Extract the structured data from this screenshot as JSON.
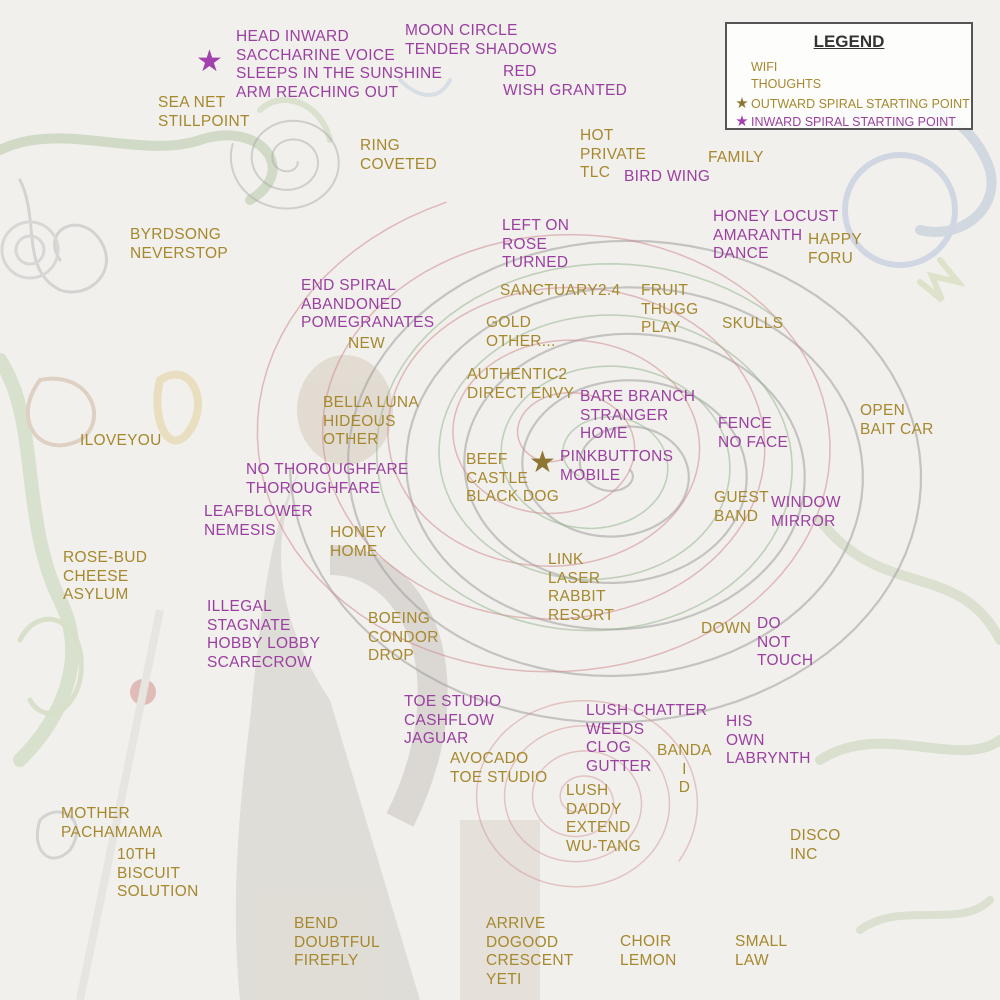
{
  "legend": {
    "title": "LEGEND",
    "wifi_label": "WIFI",
    "thoughts_label": "THOUGHTS",
    "outward_label": "OUTWARD SPIRAL STARTING POINT",
    "inward_label": "INWARD SPIRAL STARTING POINT"
  },
  "colors": {
    "wifi": "#a6882e",
    "thoughts": "#9b3fa0",
    "outward_star": "#8e7532",
    "inward_star": "#a241ad"
  },
  "star_icons": {
    "outward": "star-icon",
    "inward": "star-icon"
  },
  "labels": [
    {
      "type": "thoughts",
      "lines": [
        "HEAD INWARD",
        "SACCHARINE VOICE",
        "SLEEPS IN THE SUNSHINE",
        "ARM REACHING OUT"
      ]
    },
    {
      "type": "thoughts",
      "lines": [
        "MOON CIRCLE",
        "TENDER SHADOWS"
      ]
    },
    {
      "type": "thoughts",
      "lines": [
        "RED",
        "WISH GRANTED"
      ]
    },
    {
      "type": "wifi",
      "lines": [
        "SEA NET",
        "STILLPOINT"
      ]
    },
    {
      "type": "wifi",
      "lines": [
        "RING",
        "COVETED"
      ]
    },
    {
      "type": "wifi",
      "lines": [
        "HOT",
        "PRIVATE",
        "TLC"
      ]
    },
    {
      "type": "thoughts",
      "lines": [
        "BIRD WING"
      ]
    },
    {
      "type": "wifi",
      "lines": [
        "FAMILY"
      ]
    },
    {
      "type": "wifi",
      "lines": [
        "BYRDSONG",
        "NEVERSTOP"
      ]
    },
    {
      "type": "thoughts",
      "lines": [
        "LEFT ON",
        "ROSE",
        "TURNED"
      ]
    },
    {
      "type": "thoughts",
      "lines": [
        "HONEY LOCUST",
        "AMARANTH",
        "DANCE"
      ]
    },
    {
      "type": "wifi",
      "lines": [
        "HAPPY",
        "FORU"
      ]
    },
    {
      "type": "thoughts",
      "lines": [
        "END SPIRAL",
        "ABANDONED",
        "POMEGRANATES"
      ]
    },
    {
      "type": "wifi",
      "lines": [
        "SANCTUARY2.4"
      ]
    },
    {
      "type": "wifi",
      "lines": [
        "FRUIT",
        "THUGG",
        "PLAY"
      ]
    },
    {
      "type": "wifi",
      "lines": [
        "SKULLS"
      ]
    },
    {
      "type": "wifi",
      "lines": [
        "GOLD",
        "OTHER..."
      ]
    },
    {
      "type": "wifi",
      "lines": [
        "NEW"
      ]
    },
    {
      "type": "wifi",
      "lines": [
        "AUTHENTIC2",
        "DIRECT ENVY"
      ]
    },
    {
      "type": "thoughts",
      "lines": [
        "BARE BRANCH",
        "STRANGER",
        "HOME"
      ]
    },
    {
      "type": "wifi",
      "lines": [
        "BELLA LUNA",
        "HIDEOUS",
        "OTHER"
      ]
    },
    {
      "type": "thoughts",
      "lines": [
        "FENCE",
        "NO FACE"
      ]
    },
    {
      "type": "wifi",
      "lines": [
        "OPEN",
        "BAIT CAR"
      ]
    },
    {
      "type": "wifi",
      "lines": [
        "ILOVEYOU"
      ]
    },
    {
      "type": "wifi",
      "lines": [
        "BEEF",
        "CASTLE",
        "BLACK DOG"
      ]
    },
    {
      "type": "thoughts",
      "lines": [
        "PINKBUTTONS",
        "MOBILE"
      ]
    },
    {
      "type": "thoughts",
      "lines": [
        "NO THOROUGHFARE",
        "THOROUGHFARE"
      ]
    },
    {
      "type": "wifi",
      "lines": [
        "GUEST",
        "BAND"
      ]
    },
    {
      "type": "thoughts",
      "lines": [
        "WINDOW",
        "MIRROR"
      ]
    },
    {
      "type": "thoughts",
      "lines": [
        "LEAFBLOWER",
        "NEMESIS"
      ]
    },
    {
      "type": "wifi",
      "lines": [
        "HONEY",
        "HOME"
      ]
    },
    {
      "type": "wifi",
      "lines": [
        "ROSE-BUD",
        "CHEESE",
        "ASYLUM"
      ]
    },
    {
      "type": "wifi",
      "lines": [
        "LINK",
        "LASER",
        "RABBIT",
        "RESORT"
      ]
    },
    {
      "type": "thoughts",
      "lines": [
        "ILLEGAL",
        "STAGNATE",
        "HOBBY LOBBY",
        "SCARECROW"
      ]
    },
    {
      "type": "wifi",
      "lines": [
        "BOEING",
        "CONDOR",
        "DROP"
      ]
    },
    {
      "type": "wifi",
      "lines": [
        "DOWN"
      ]
    },
    {
      "type": "thoughts",
      "lines": [
        "DO",
        "NOT",
        "TOUCH"
      ]
    },
    {
      "type": "thoughts",
      "lines": [
        "TOE STUDIO",
        "CASHFLOW",
        "JAGUAR"
      ]
    },
    {
      "type": "thoughts",
      "lines": [
        "LUSH CHATTER",
        "WEEDS",
        "CLOG",
        "GUTTER"
      ]
    },
    {
      "type": "thoughts",
      "lines": [
        "HIS",
        "OWN",
        "LABRYNTH"
      ]
    },
    {
      "type": "wifi",
      "lines": [
        "AVOCADO",
        "TOE STUDIO"
      ]
    },
    {
      "type": "wifi",
      "lines": [
        "BANDA",
        "I",
        "D"
      ]
    },
    {
      "type": "wifi",
      "lines": [
        "MOTHER",
        "PACHAMAMA"
      ]
    },
    {
      "type": "wifi",
      "lines": [
        "LUSH",
        "DADDY",
        "EXTEND",
        "WU-TANG"
      ]
    },
    {
      "type": "wifi",
      "lines": [
        "DISCO",
        "INC"
      ]
    },
    {
      "type": "wifi",
      "lines": [
        "10TH",
        "BISCUIT",
        "SOLUTION"
      ]
    },
    {
      "type": "wifi",
      "lines": [
        "BEND",
        "DOUBTFUL",
        "FIREFLY"
      ]
    },
    {
      "type": "wifi",
      "lines": [
        "ARRIVE",
        "DOGOOD",
        "CRESCENT",
        "YETI"
      ]
    },
    {
      "type": "wifi",
      "lines": [
        "CHOIR",
        "LEMON"
      ]
    },
    {
      "type": "wifi",
      "lines": [
        "SMALL",
        "LAW"
      ]
    }
  ]
}
